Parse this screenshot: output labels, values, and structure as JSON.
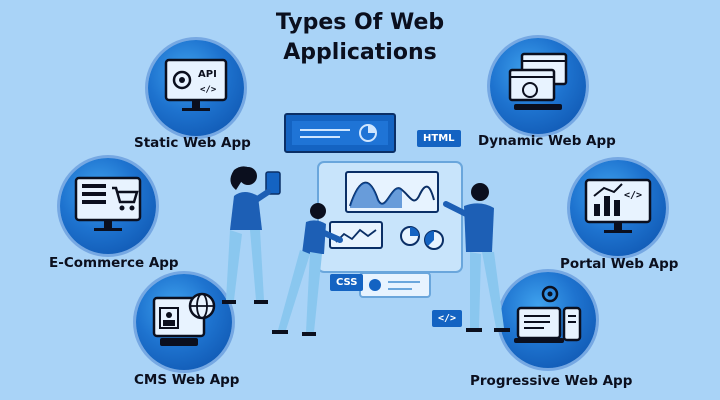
{
  "title": {
    "line1": "Types Of Web",
    "line2": "Applications"
  },
  "apps": [
    {
      "label": "Static Web App",
      "icon": "api-monitor-icon"
    },
    {
      "label": "Dynamic Web App",
      "icon": "browser-windows-icon"
    },
    {
      "label": "E-Commerce App",
      "icon": "shop-cart-monitor-icon"
    },
    {
      "label": "Portal Web App",
      "icon": "chart-code-monitor-icon"
    },
    {
      "label": "CMS Web App",
      "icon": "cms-globe-monitor-icon"
    },
    {
      "label": "Progressive Web App",
      "icon": "devices-gear-icon"
    }
  ],
  "tags": {
    "html": "HTML",
    "css": "CSS",
    "code": "</>",
    "api": "API",
    "code_small": "</>"
  },
  "colors": {
    "background": "#a9d3f7",
    "accent": "#1463c2",
    "dark": "#0b0f1e"
  }
}
